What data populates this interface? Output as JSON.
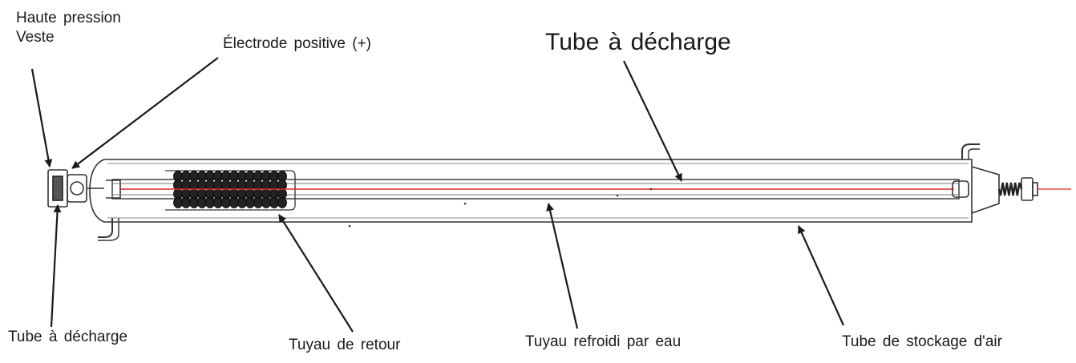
{
  "labels": {
    "haute_pression_line1": "Haute pression",
    "haute_pression_line2": "Veste",
    "electrode_positive": "Électrode positive (+)",
    "tube_decharge_top": "Tube à décharge",
    "tube_decharge_bottom": "Tube à décharge",
    "tuyau_retour": "Tuyau de retour",
    "tuyau_refroidi": "Tuyau refroidi par eau",
    "tube_stockage_air": "Tube de stockage d'air"
  },
  "colors": {
    "outline": "#333333",
    "laser_beam": "#d9262b",
    "coil": "#222222"
  }
}
